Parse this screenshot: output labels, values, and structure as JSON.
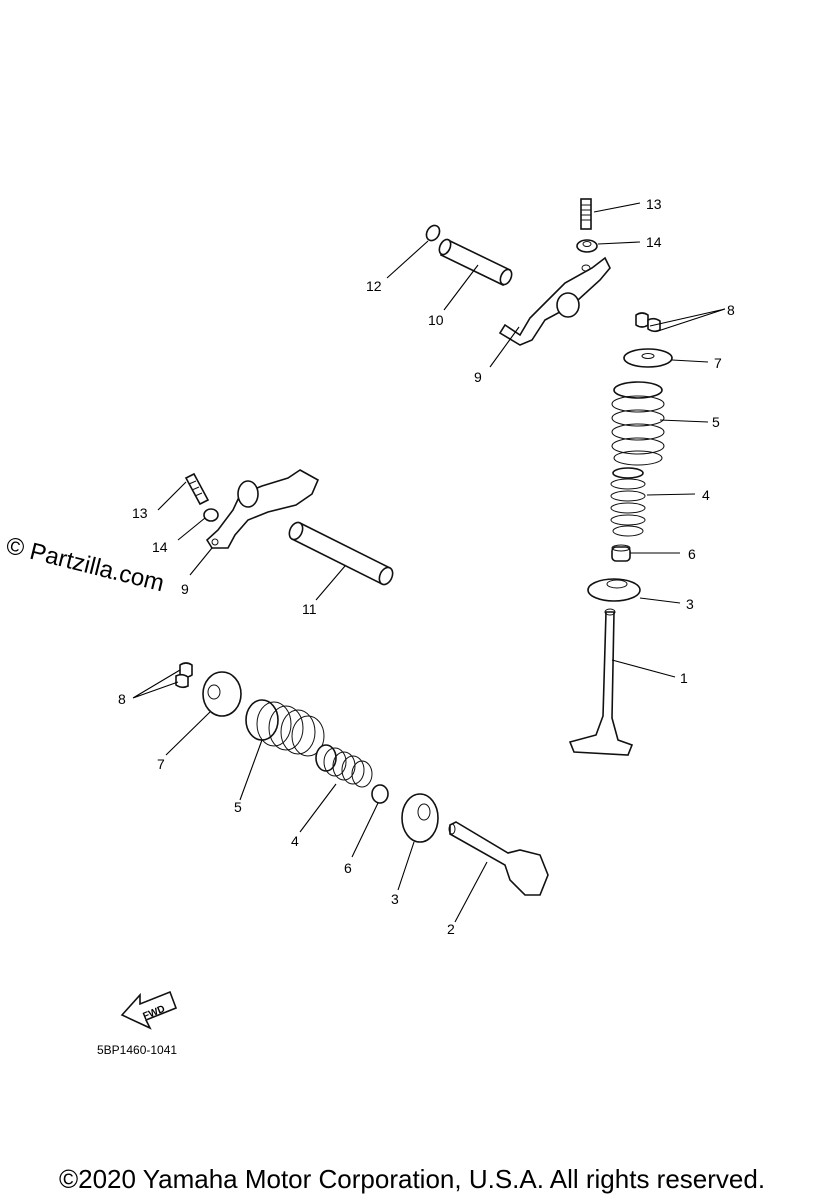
{
  "watermark": "© Partzilla.com",
  "document_number": "5BP1460-1041",
  "fwd_label": "FWD",
  "copyright": "©2020 Yamaha Motor Corporation, U.S.A. All rights reserved.",
  "callouts": {
    "r13": "13",
    "r14": "14",
    "r12": "12",
    "r10": "10",
    "r9": "9",
    "r8": "8",
    "r7": "7",
    "r5": "5",
    "r4": "4",
    "r6": "6",
    "r3": "3",
    "r1": "1",
    "l13": "13",
    "l14": "14",
    "l9": "9",
    "l11": "11",
    "l8": "8",
    "l7": "7",
    "l5": "5",
    "l4": "4",
    "l6": "6",
    "l3": "3",
    "l2": "2"
  }
}
